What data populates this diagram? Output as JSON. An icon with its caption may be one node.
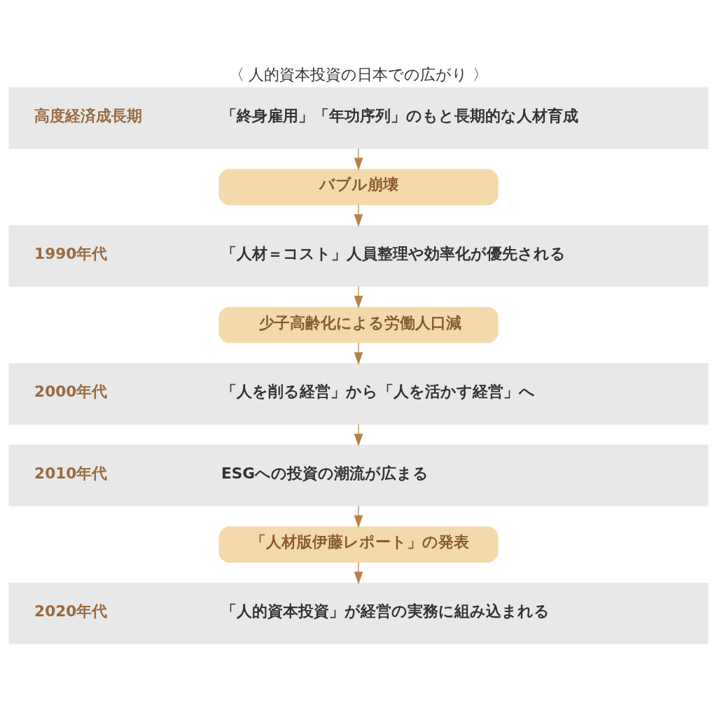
{
  "diagram": {
    "title": "〈 人的資本投資の日本での広がり 〉",
    "nodes": [
      {
        "text": [
          "高度経済成長期",
          "「終身雇用」「年功序列」のもと長期的な人材育成"
        ]
      },
      {
        "text": [
          "バブル崩壊"
        ]
      },
      {
        "text": [
          "1990年代",
          "「人材＝コスト」人員整理や効率化が優先される"
        ]
      },
      {
        "text": [
          "少子高齢化による労働人口減"
        ]
      },
      {
        "text": [
          "2000年代",
          "「人を削る経営」から「人を活かす経営」へ"
        ]
      },
      {
        "text": [
          "2010年代",
          "ESGへの投資の潮流が広まる"
        ]
      },
      {
        "text": [
          "「人材版伊藤レポート」の発表"
        ]
      },
      {
        "text": [
          "2020年代",
          "「人的資本投資」が経営の実務に組み込まれる"
        ]
      }
    ],
    "edges": [
      {
        "from": 0,
        "to": 1,
        "arrow": "to"
      },
      {
        "from": 1,
        "to": 2,
        "arrow": "to"
      },
      {
        "from": 2,
        "to": 3,
        "arrow": "to"
      },
      {
        "from": 3,
        "to": 4,
        "arrow": "to"
      },
      {
        "from": 4,
        "to": 5,
        "arrow": "to"
      },
      {
        "from": 5,
        "to": 6,
        "arrow": "to"
      },
      {
        "from": 6,
        "to": 7,
        "arrow": "to"
      }
    ]
  }
}
